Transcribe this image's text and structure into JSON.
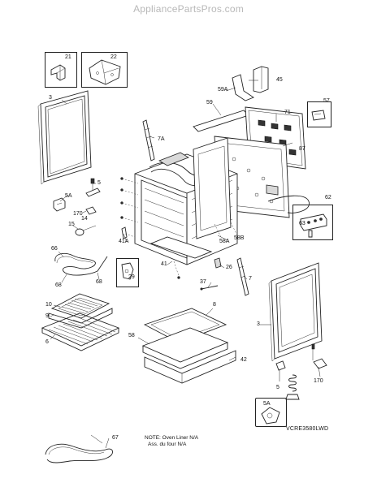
{
  "watermark": "AppliancePartsPros.com",
  "callouts": [
    "21",
    "22",
    "45",
    "59A",
    "59",
    "71",
    "57",
    "3",
    "87",
    "7A",
    "5",
    "5A",
    "170",
    "15",
    "14",
    "62",
    "63",
    "66",
    "41A",
    "58A",
    "58B",
    "41",
    "29",
    "26",
    "7",
    "68",
    "68",
    "37",
    "10",
    "9",
    "6",
    "8",
    "58",
    "42",
    "3",
    "5",
    "170",
    "5A",
    "67"
  ],
  "note": [
    "NOTE: Oven Liner N/A",
    "Ass. du four N/A"
  ],
  "model_code": "VCRE3580LWD"
}
